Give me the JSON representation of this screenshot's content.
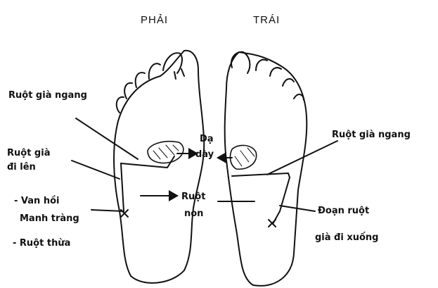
{
  "header": {
    "right_label": "PHẢI",
    "left_label": "TRÁI"
  },
  "labels": {
    "ruot_gia_ngang_right": "Ruột già ngang",
    "ruot_gia_di_len_1": "Ruột già",
    "ruot_gia_di_len_2": "đi lên",
    "van_hoi_1": "- Van hồi",
    "van_hoi_2": "Manh tràng",
    "ruot_thua": "- Ruột thừa",
    "da_day_1": "Dạ",
    "da_day_2": "dày",
    "ruot_non_1": "Ruột",
    "ruot_non_2": "non",
    "ruot_gia_ngang_left": "Ruột già ngang",
    "doan_ruot_1": "Đoạn ruột",
    "doan_ruot_2": "già đi xuống"
  }
}
